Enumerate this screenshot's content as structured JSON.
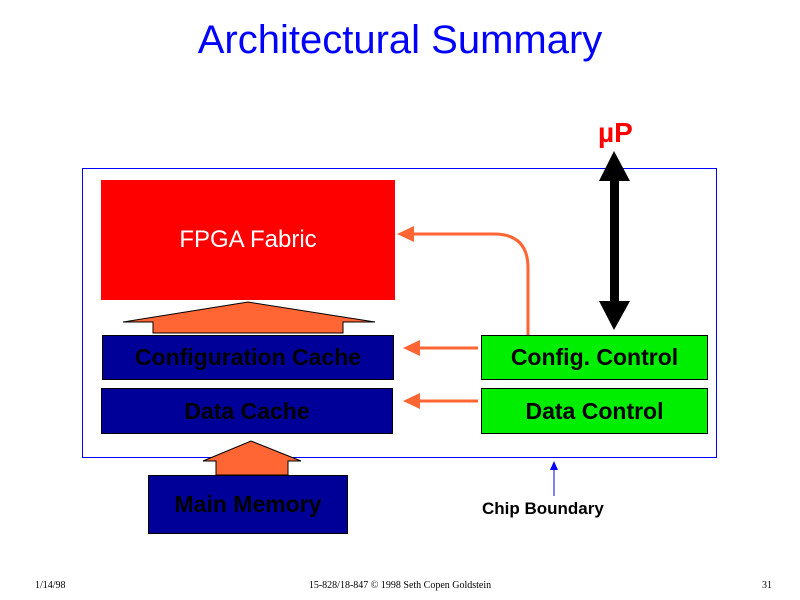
{
  "slide": {
    "title": "Architectural Summary",
    "footer": {
      "date": "1/14/98",
      "course_copyright": "15-828/18-847 © 1998 Seth Copen Goldstein",
      "page_number": "31"
    }
  },
  "diagram": {
    "external_processor_label": "µP",
    "chip_boundary_label": "Chip Boundary",
    "blocks": {
      "fpga_fabric": "FPGA Fabric",
      "configuration_cache": "Configuration Cache",
      "data_cache": "Data Cache",
      "main_memory": "Main Memory",
      "config_control": "Config. Control",
      "data_control": "Data Control"
    },
    "connections": [
      {
        "from": "Configuration Cache",
        "to": "FPGA Fabric",
        "type": "block-arrow"
      },
      {
        "from": "Main Memory",
        "to": "Data Cache",
        "type": "block-arrow"
      },
      {
        "from": "Config. Control",
        "to": "FPGA Fabric",
        "type": "arrow"
      },
      {
        "from": "Config. Control",
        "to": "Configuration Cache",
        "type": "arrow"
      },
      {
        "from": "Data Control",
        "to": "Data Cache",
        "type": "arrow"
      },
      {
        "from": "µP",
        "to": "Config. Control",
        "type": "bidirectional-arrow"
      },
      {
        "from": "Chip Boundary",
        "to": "chip outline",
        "type": "pointer"
      }
    ],
    "colors": {
      "title": "#0000ff",
      "fpga_fabric": "#ff0000",
      "cache_blocks": "#000099",
      "control_blocks": "#00ee00",
      "arrows": "#ff6633",
      "chip_boundary": "#0000ff",
      "processor_label": "#ff0000"
    }
  }
}
